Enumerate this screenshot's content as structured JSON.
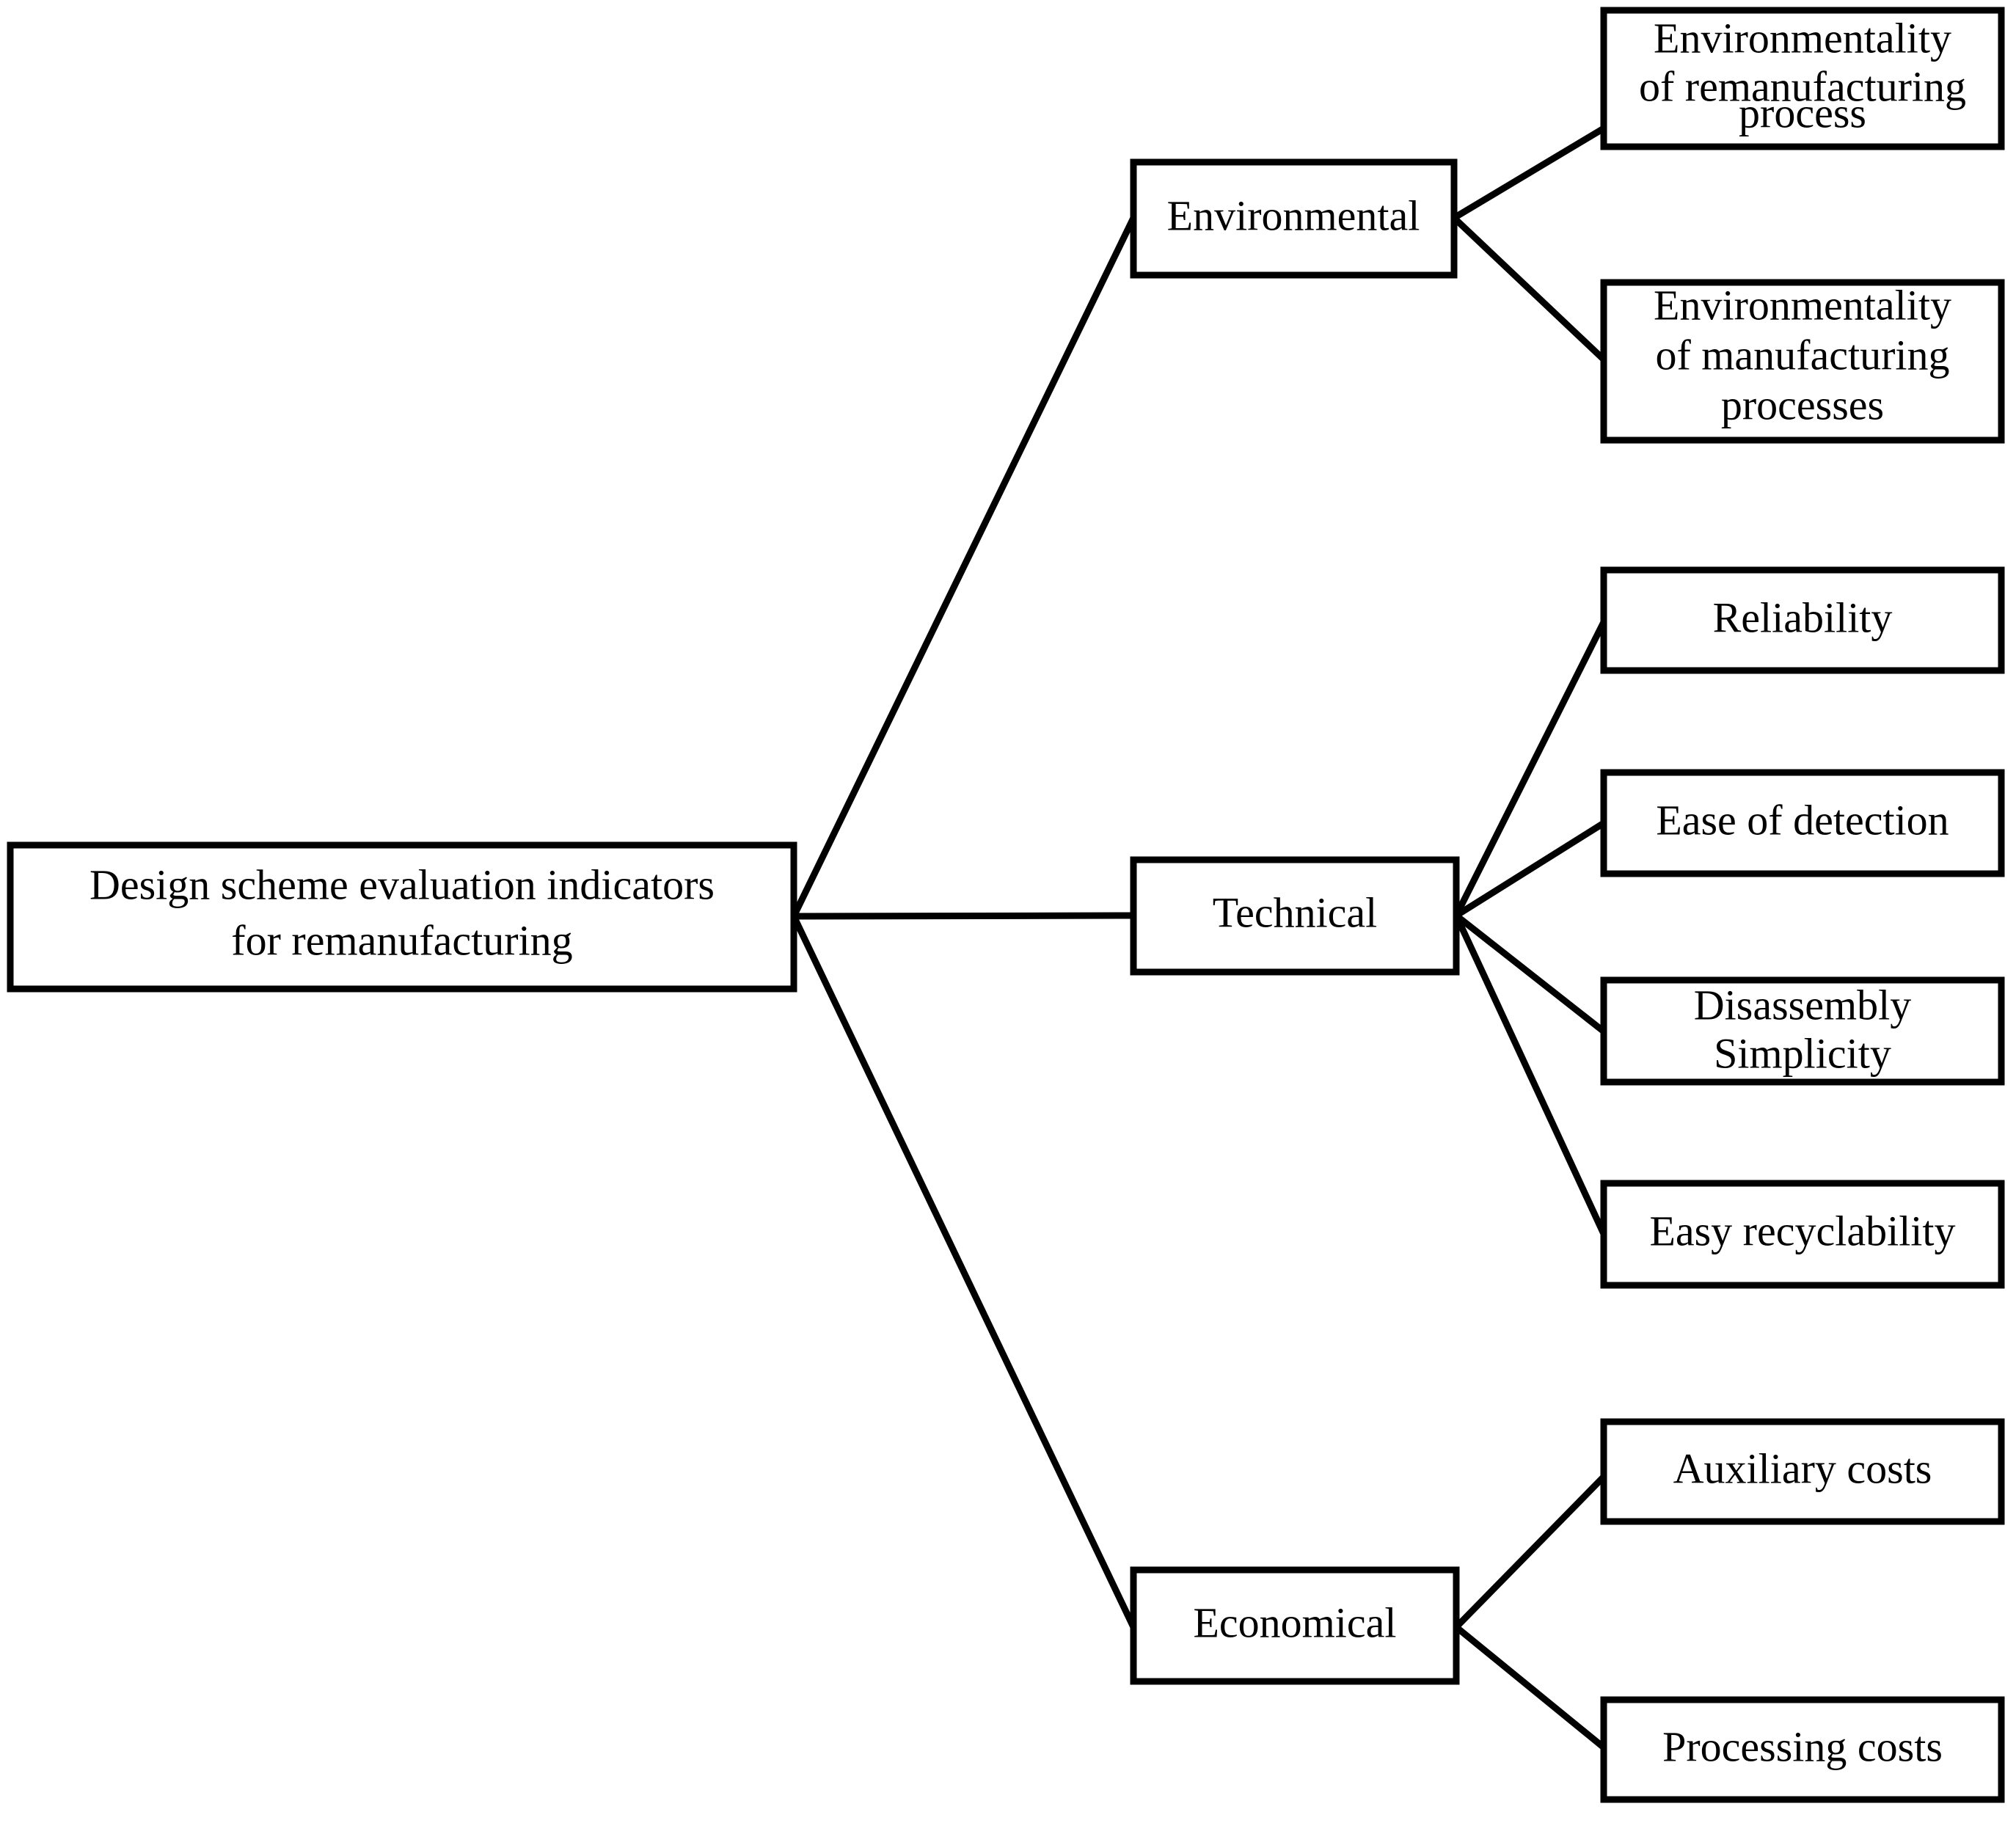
{
  "diagram": {
    "title": "Design scheme evaluation indicators for remanufacturing",
    "type": "hierarchy-tree",
    "orientation": "left-to-right",
    "colors": {
      "background": "#ffffff",
      "box_fill": "#ffffff",
      "box_stroke": "#000000",
      "connector": "#000000",
      "text": "#000000"
    },
    "root": {
      "line1": "Design scheme evaluation indicators",
      "line2": "for remanufacturing"
    },
    "branches": [
      {
        "id": "environmental",
        "label": "Environmental",
        "children": [
          {
            "id": "env-remanufacturing",
            "line1": "Environmentality",
            "line2": "of remanufacturing",
            "line3": "process"
          },
          {
            "id": "env-manufacturing",
            "line1": "Environmentality",
            "line2": "of manufacturing",
            "line3": "processes"
          }
        ]
      },
      {
        "id": "technical",
        "label": "Technical",
        "children": [
          {
            "id": "reliability",
            "line1": "Reliability",
            "line2": "",
            "line3": ""
          },
          {
            "id": "ease-of-detection",
            "line1": "Ease of detection",
            "line2": "",
            "line3": ""
          },
          {
            "id": "disassembly-simplicity",
            "line1": "Disassembly",
            "line2": "Simplicity",
            "line3": ""
          },
          {
            "id": "easy-recyclability",
            "line1": "Easy recyclability",
            "line2": "",
            "line3": ""
          }
        ]
      },
      {
        "id": "economical",
        "label": "Economical",
        "children": [
          {
            "id": "auxiliary-costs",
            "line1": "Auxiliary costs",
            "line2": "",
            "line3": ""
          },
          {
            "id": "processing-costs",
            "line1": "Processing costs",
            "line2": "",
            "line3": ""
          }
        ]
      }
    ]
  }
}
